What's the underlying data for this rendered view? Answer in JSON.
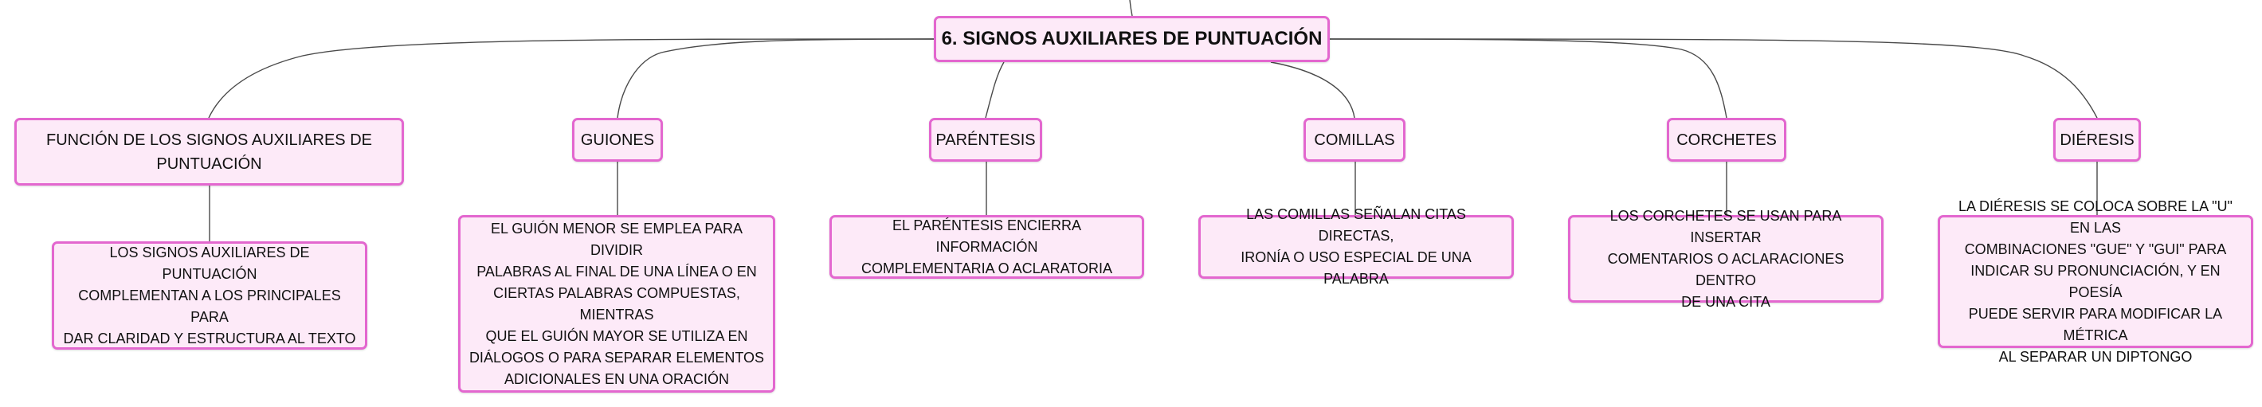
{
  "root": "6. SIGNOS AUXILIARES DE PUNTUACIÓN",
  "topics": [
    {
      "title": "FUNCIÓN DE LOS SIGNOS AUXILIARES DE\nPUNTUACIÓN",
      "description": "LOS SIGNOS AUXILIARES DE PUNTUACIÓN\nCOMPLEMENTAN A LOS PRINCIPALES PARA\nDAR CLARIDAD Y ESTRUCTURA AL TEXTO"
    },
    {
      "title": "GUIONES",
      "description": "EL GUIÓN MENOR SE EMPLEA PARA DIVIDIR\nPALABRAS AL FINAL DE UNA LÍNEA O EN\nCIERTAS PALABRAS COMPUESTAS, MIENTRAS\nQUE EL GUIÓN MAYOR SE UTILIZA EN\nDIÁLOGOS O PARA SEPARAR ELEMENTOS\nADICIONALES EN UNA ORACIÓN"
    },
    {
      "title": "PARÉNTESIS",
      "description": "EL PARÉNTESIS ENCIERRA INFORMACIÓN\nCOMPLEMENTARIA O ACLARATORIA"
    },
    {
      "title": "COMILLAS",
      "description": "LAS COMILLAS SEÑALAN CITAS DIRECTAS,\nIRONÍA O USO ESPECIAL DE UNA PALABRA"
    },
    {
      "title": "CORCHETES",
      "description": "LOS CORCHETES SE USAN PARA INSERTAR\nCOMENTARIOS O ACLARACIONES DENTRO\nDE UNA CITA"
    },
    {
      "title": "DIÉRESIS",
      "description": "LA DIÉRESIS SE COLOCA SOBRE LA \"U\" EN LAS\nCOMBINACIONES \"GUE\" Y \"GUI\" PARA\nINDICAR SU PRONUNCIACIÓN, Y EN POESÍA\nPUEDE SERVIR PARA MODIFICAR LA MÉTRICA\nAL SEPARAR UN DIPTONGO"
    }
  ],
  "colors": {
    "node_fill": "#fdeaf8",
    "node_border": "#e367cf",
    "connector": "#4a4a4a",
    "text": "#111111"
  }
}
